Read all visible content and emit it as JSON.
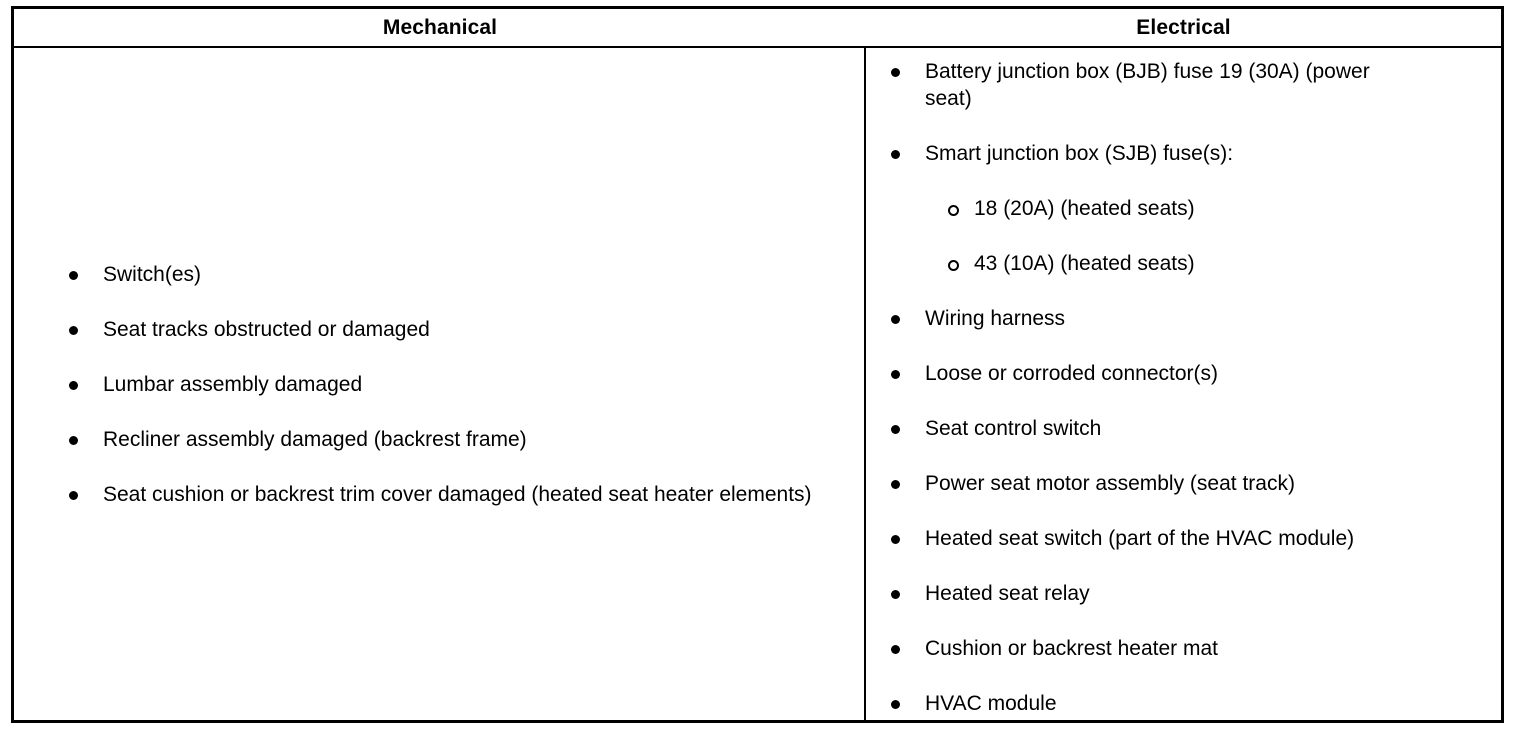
{
  "table": {
    "columns": [
      {
        "id": "mechanical",
        "header": "Mechanical",
        "items": [
          {
            "text": "Switch(es)"
          },
          {
            "text": "Seat tracks obstructed or damaged"
          },
          {
            "text": "Lumbar assembly damaged"
          },
          {
            "text": "Recliner assembly damaged (backrest frame)"
          },
          {
            "text": "Seat cushion or backrest trim cover damaged (heated seat heater elements)"
          }
        ]
      },
      {
        "id": "electrical",
        "header": "Electrical",
        "items": [
          {
            "text": "Battery junction box (BJB) fuse 19 (30A) (power seat)"
          },
          {
            "text": "Smart junction box (SJB) fuse(s):",
            "subitems": [
              {
                "text": "18 (20A) (heated seats)"
              },
              {
                "text": "43 (10A) (heated seats)"
              }
            ]
          },
          {
            "text": "Wiring harness"
          },
          {
            "text": "Loose or corroded connector(s)"
          },
          {
            "text": "Seat control switch"
          },
          {
            "text": "Power seat motor assembly (seat track)"
          },
          {
            "text": "Heated seat switch (part of the HVAC module)"
          },
          {
            "text": "Heated seat relay"
          },
          {
            "text": "Cushion or backrest heater mat"
          },
          {
            "text": "HVAC module"
          }
        ]
      }
    ],
    "markers": {
      "level1": "solid-round-bullet",
      "level2": "hollow-round-bullet"
    },
    "colors": {
      "text": "#000000",
      "border": "#000000",
      "background": "#ffffff"
    }
  }
}
